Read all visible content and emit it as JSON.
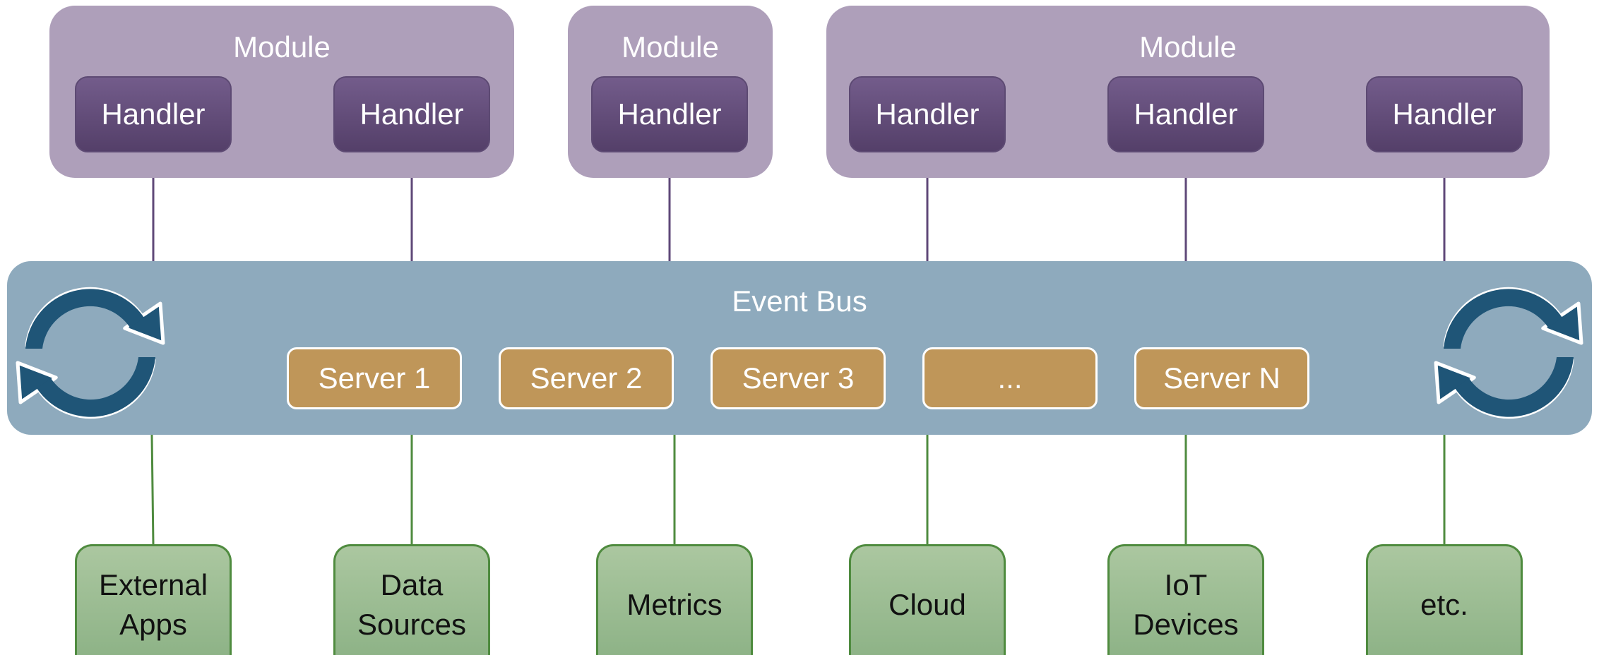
{
  "modules": [
    {
      "title": "Module",
      "handlers": [
        "Handler",
        "Handler"
      ]
    },
    {
      "title": "Module",
      "handlers": [
        "Handler"
      ]
    },
    {
      "title": "Module",
      "handlers": [
        "Handler",
        "Handler",
        "Handler"
      ]
    }
  ],
  "bus": {
    "title": "Event Bus",
    "servers": [
      "Server 1",
      "Server 2",
      "Server 3",
      "...",
      "Server N"
    ]
  },
  "sources": [
    {
      "lines": [
        "External",
        "Apps"
      ]
    },
    {
      "lines": [
        "Data",
        "Sources"
      ]
    },
    {
      "lines": [
        "Metrics"
      ]
    },
    {
      "lines": [
        "Cloud"
      ]
    },
    {
      "lines": [
        "IoT",
        "Devices"
      ]
    },
    {
      "lines": [
        "etc."
      ]
    }
  ],
  "colors": {
    "module": "#ae9fba",
    "handler": "#5f4878",
    "bus": "#8eaabd",
    "server": "#bf9659",
    "source": "#9dbd93",
    "handler_link": "#5f4878",
    "source_link": "#4f8b3f",
    "cycle_arrow": "#1f5577"
  },
  "icons": [
    "cycle-arrows-icon",
    "cycle-arrows-icon"
  ]
}
